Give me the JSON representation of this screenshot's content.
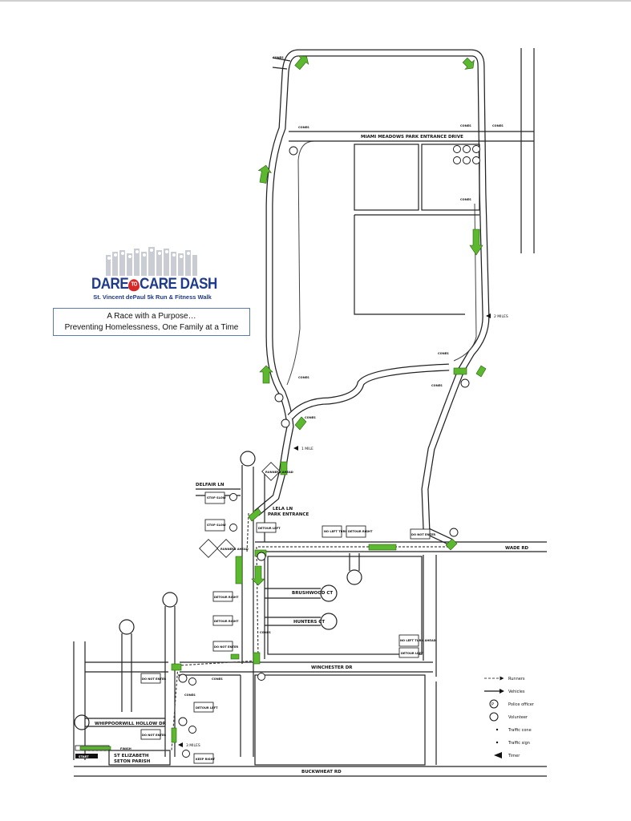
{
  "logo": {
    "line1": "DARE",
    "to": "TO",
    "line2": "CARE DASH",
    "subtitle": "St. Vincent dePaul 5k Run & Fitness Walk"
  },
  "tagline": {
    "line1": "A Race with a Purpose…",
    "line2": "Preventing Homelessness, One Family at a Time"
  },
  "roads": {
    "miami_meadows": "MIAMI MEADOWS PARK ENTRANCE DRIVE",
    "delfair": "DELFAIR LN",
    "lela": "LELA LN",
    "park_entrance": "PARK ENTRANCE",
    "wade": "WADE RD",
    "brushwood": "BRUSHWOOD CT",
    "hunters": "HUNTERS CT",
    "winchester": "WINCHESTER DR",
    "whippoorwill": "WHIPPOORWILL HOLLOW DR",
    "buckwheat": "BUCKWHEAT RD"
  },
  "places": {
    "parish_line1": "ST ELIZABETH",
    "parish_line2": "SETON PARISH",
    "start": "START",
    "finish": "FINISH"
  },
  "signs": {
    "detour_left": "DETOUR LEFT",
    "detour_right": "DETOUR RIGHT",
    "do_not_enter": "DO NOT ENTER",
    "no_left_turn": "NO LEFT TURN AHEAD",
    "keep_right": "KEEP RIGHT",
    "stop_slow": "STOP SLOW",
    "runners_ahead": "RUNNERS AHEAD",
    "cones": "CONES"
  },
  "mile_markers": {
    "mile1": "1 MILE",
    "mile2": "2 MILES",
    "mile3": "3 MILES"
  },
  "legend": {
    "runners": "Runners",
    "vehicles": "Vehicles",
    "police": "Police officer",
    "volunteer": "Volunteer",
    "cone": "Traffic cone",
    "sign": "Traffic sign",
    "timer": "Timer"
  },
  "colors": {
    "arrow": "#5cb82e",
    "logo_blue": "#1e3a8a",
    "logo_red": "#d62828"
  }
}
